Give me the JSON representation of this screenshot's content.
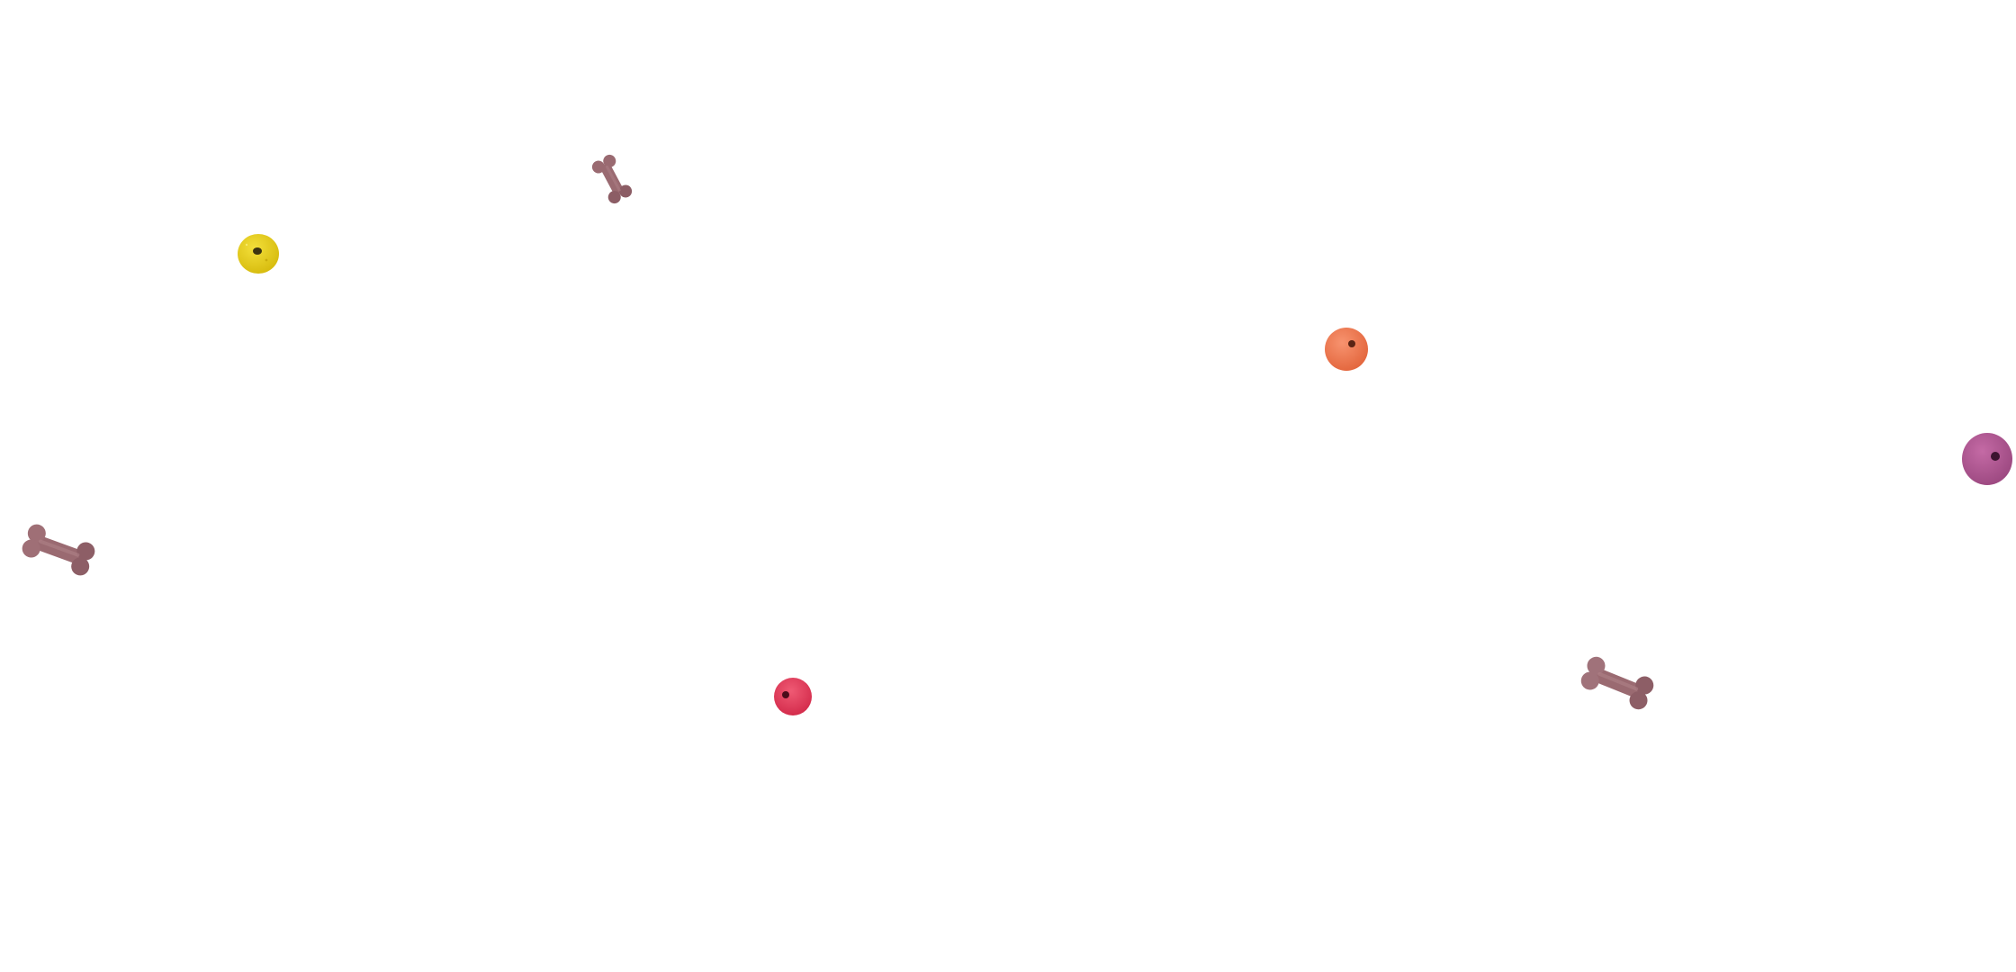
{
  "scene": {
    "background": "#ffffff",
    "items": [
      {
        "kind": "round-kibble",
        "name": "yellow-kibble-icon",
        "color": "#e4cc1c"
      },
      {
        "kind": "bone-treat",
        "name": "bone-treat-icon",
        "color": "#9b6b72"
      },
      {
        "kind": "round-kibble",
        "name": "orange-kibble-icon",
        "color": "#f07e5a"
      },
      {
        "kind": "round-kibble",
        "name": "purple-kibble-icon",
        "color": "#b25a94"
      },
      {
        "kind": "bone-treat",
        "name": "bone-treat-icon",
        "color": "#9b6b72"
      },
      {
        "kind": "round-kibble",
        "name": "red-kibble-icon",
        "color": "#e03a5a"
      },
      {
        "kind": "bone-treat",
        "name": "bone-treat-icon",
        "color": "#9b6b72"
      }
    ]
  }
}
